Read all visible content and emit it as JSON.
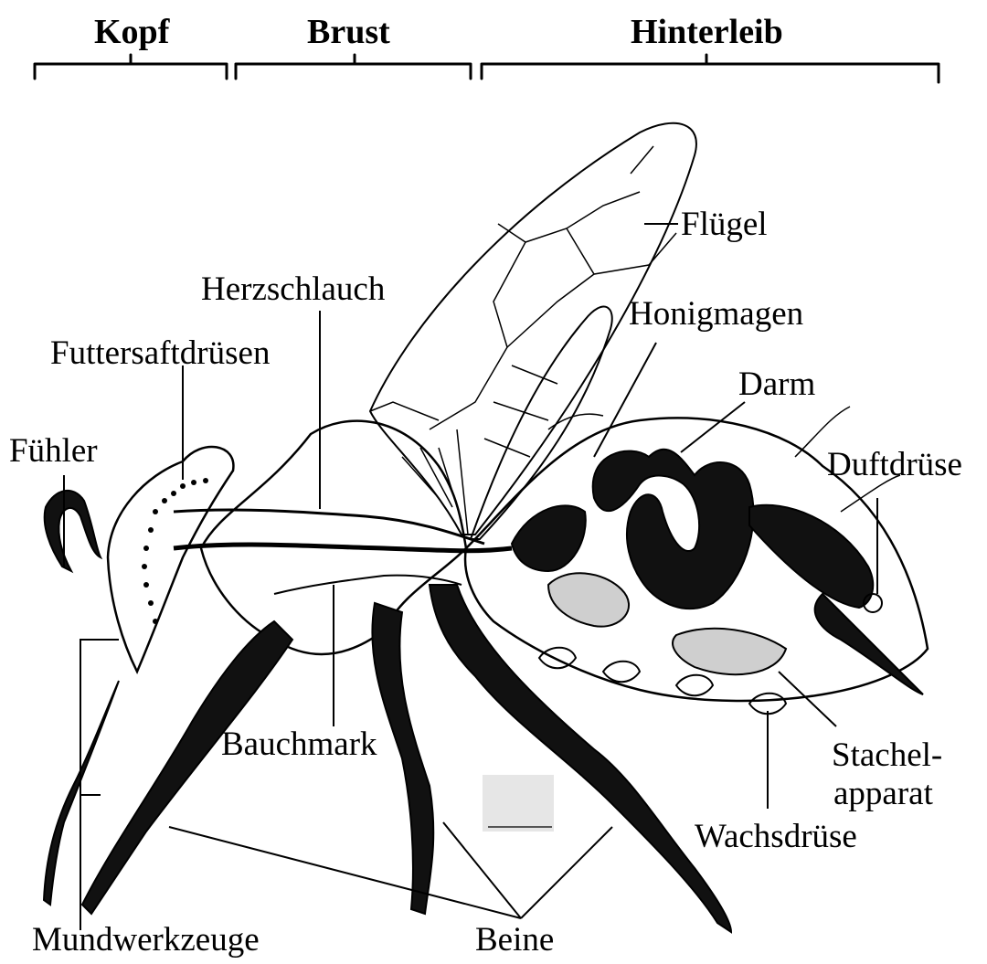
{
  "sections": {
    "head": "Kopf",
    "thorax": "Brust",
    "abdomen": "Hinterleib"
  },
  "labels": {
    "wing": "Flügel",
    "heart": "Herzschlauch",
    "honey_stomach": "Honigmagen",
    "hypopharyngeal_glands": "Futtersaftdrüsen",
    "intestine": "Darm",
    "antenna": "Fühler",
    "scent_gland": "Duftdrüse",
    "nerve_cord": "Bauchmark",
    "sting_line1": "Stachel-",
    "sting_line2": "apparat",
    "wax_gland": "Wachsdrüse",
    "mouthparts": "Mundwerkzeuge",
    "legs": "Beine"
  }
}
